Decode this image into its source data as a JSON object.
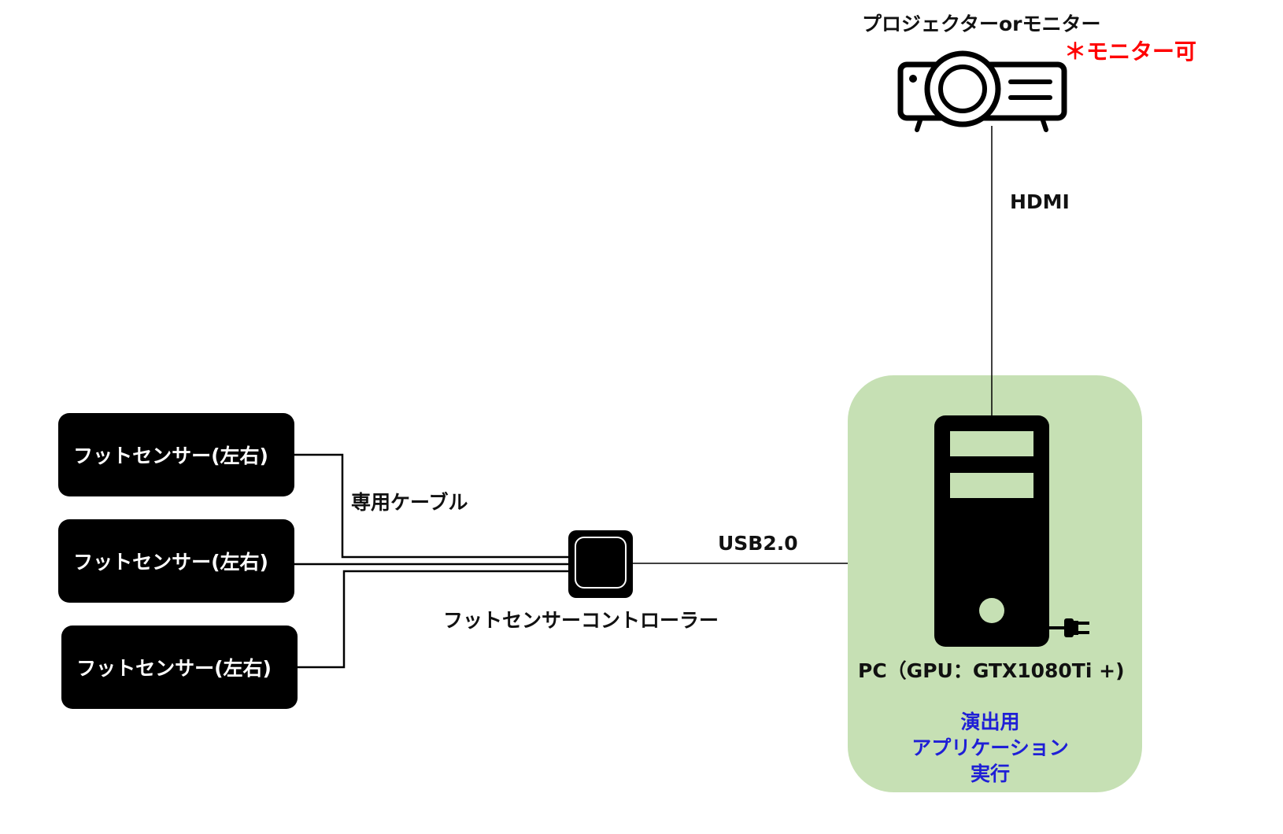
{
  "projector": {
    "title": "プロジェクターorモニター",
    "note": "＊モニター可",
    "icon": "projector-icon"
  },
  "connections": {
    "hdmi": "HDMI",
    "usb": "USB2.0",
    "cable": "専用ケーブル"
  },
  "sensors": [
    {
      "label": "フットセンサー(左右)"
    },
    {
      "label": "フットセンサー(左右)"
    },
    {
      "label": "フットセンサー(左右)"
    }
  ],
  "controller": {
    "label": "フットセンサーコントローラー"
  },
  "pc": {
    "label": "PC（GPU：GTX1080Ti +)",
    "app_lines": [
      "演出用",
      "アプリケーション",
      "実行"
    ],
    "icon": "pc-tower-icon",
    "plug_icon": "power-plug-icon"
  },
  "colors": {
    "pc_zone": "#c6e0b4",
    "note_red": "#ff0000",
    "app_blue": "#1f1fd6"
  }
}
